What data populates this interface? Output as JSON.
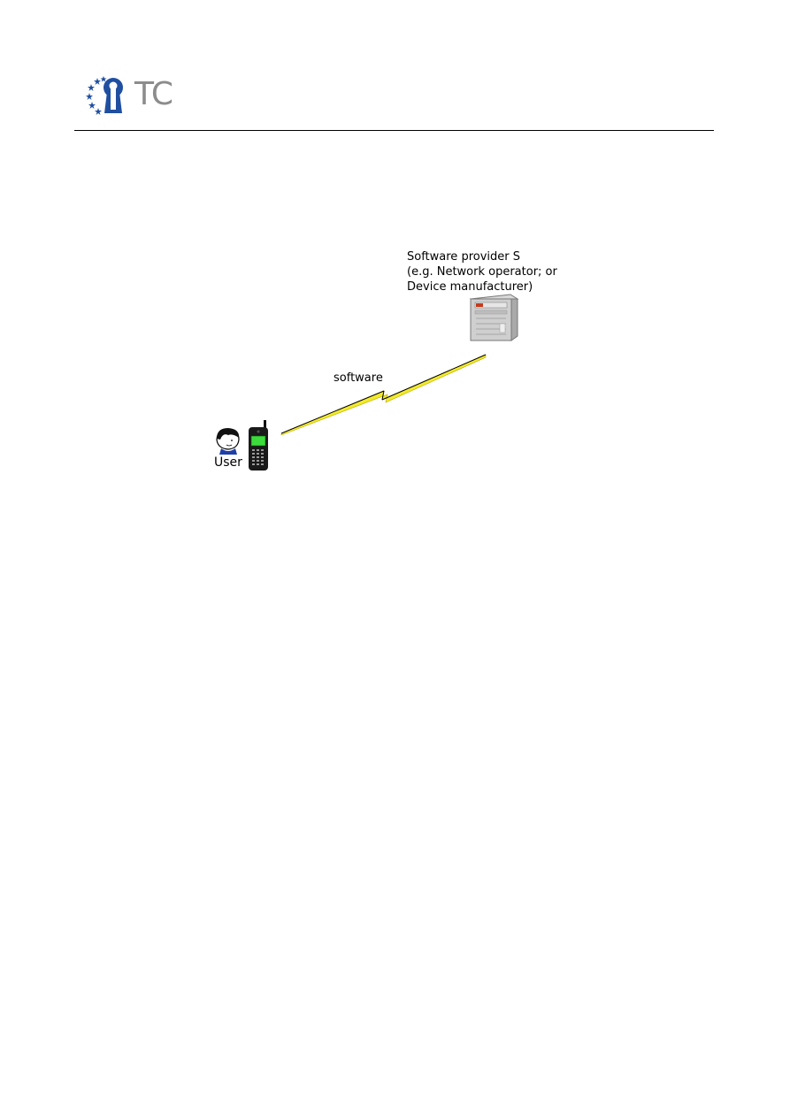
{
  "header": {
    "logo_text": "TC"
  },
  "diagram": {
    "provider_lines": [
      "Software provider S",
      "(e.g. Network operator; or",
      "Device manufacturer)"
    ],
    "link_label": "software",
    "user_label": "User"
  }
}
